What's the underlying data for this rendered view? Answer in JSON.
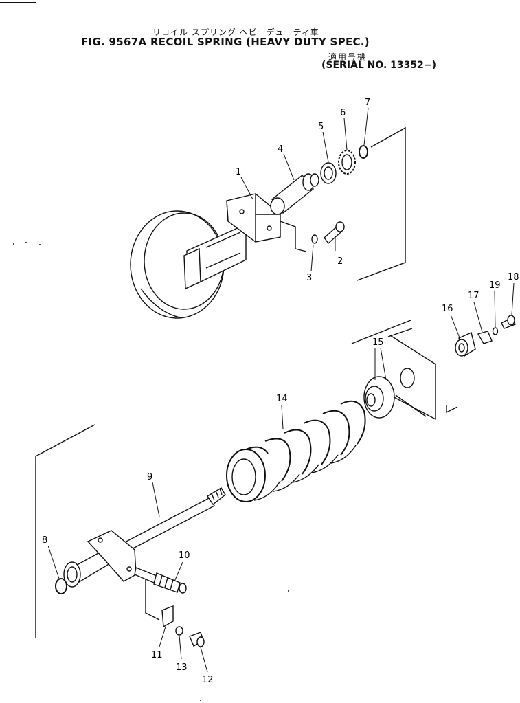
{
  "header": {
    "title_jp": "リコイル スプリング ヘビーデューティ車",
    "fig_title": "FIG. 9567A  RECOIL SPRING (HEAVY DUTY SPEC.)",
    "serial_jp": "適用号機",
    "serial": "(SERIAL NO. 13352−)"
  },
  "callouts": [
    {
      "id": "1",
      "label": "1"
    },
    {
      "id": "2",
      "label": "2"
    },
    {
      "id": "3",
      "label": "3"
    },
    {
      "id": "4",
      "label": "4"
    },
    {
      "id": "5",
      "label": "5"
    },
    {
      "id": "6",
      "label": "6"
    },
    {
      "id": "7",
      "label": "7"
    },
    {
      "id": "8",
      "label": "8"
    },
    {
      "id": "9",
      "label": "9"
    },
    {
      "id": "10",
      "label": "10"
    },
    {
      "id": "11",
      "label": "11"
    },
    {
      "id": "12",
      "label": "12"
    },
    {
      "id": "13",
      "label": "13"
    },
    {
      "id": "14",
      "label": "14"
    },
    {
      "id": "15",
      "label": "15"
    },
    {
      "id": "16",
      "label": "16"
    },
    {
      "id": "17",
      "label": "17"
    },
    {
      "id": "18",
      "label": "18"
    },
    {
      "id": "19",
      "label": "19"
    }
  ]
}
